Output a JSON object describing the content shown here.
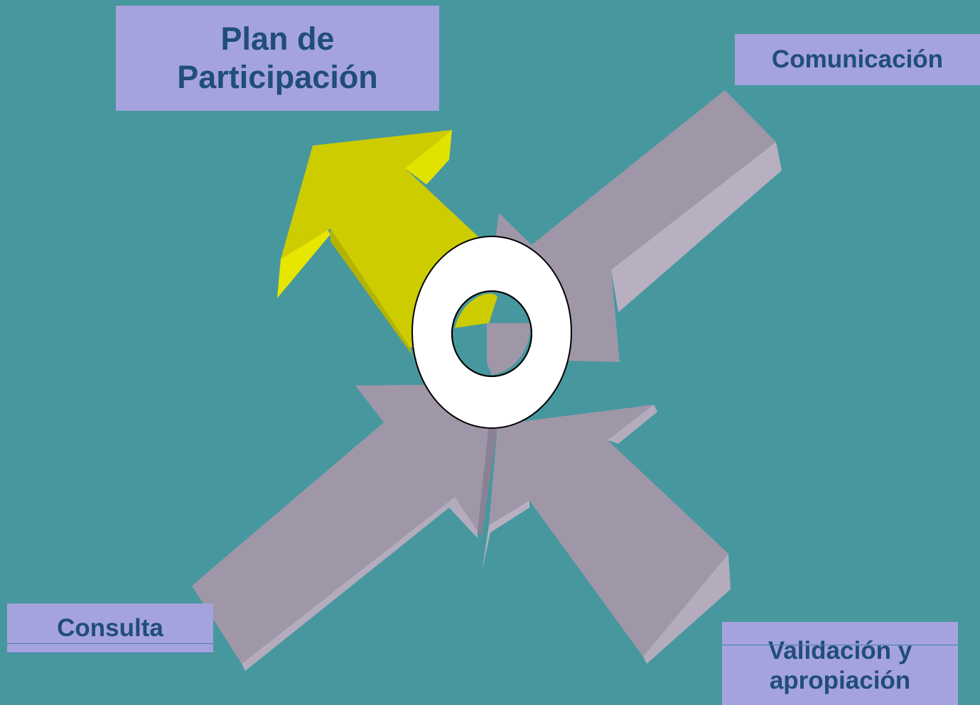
{
  "labels": {
    "plan_line1": "Plan de",
    "plan_line2": "Participación",
    "comunicacion": "Comunicación",
    "consulta": "Consulta",
    "validacion_line1": "Validación y",
    "validacion_line2": "apropiación"
  },
  "colors": {
    "background": "#47979f",
    "label_fill": "#a5a3de",
    "label_text": "#204d7c",
    "arrow_yellow": "#cccc00",
    "arrow_gray": "#9f97a8",
    "ring": "#ffffff"
  }
}
